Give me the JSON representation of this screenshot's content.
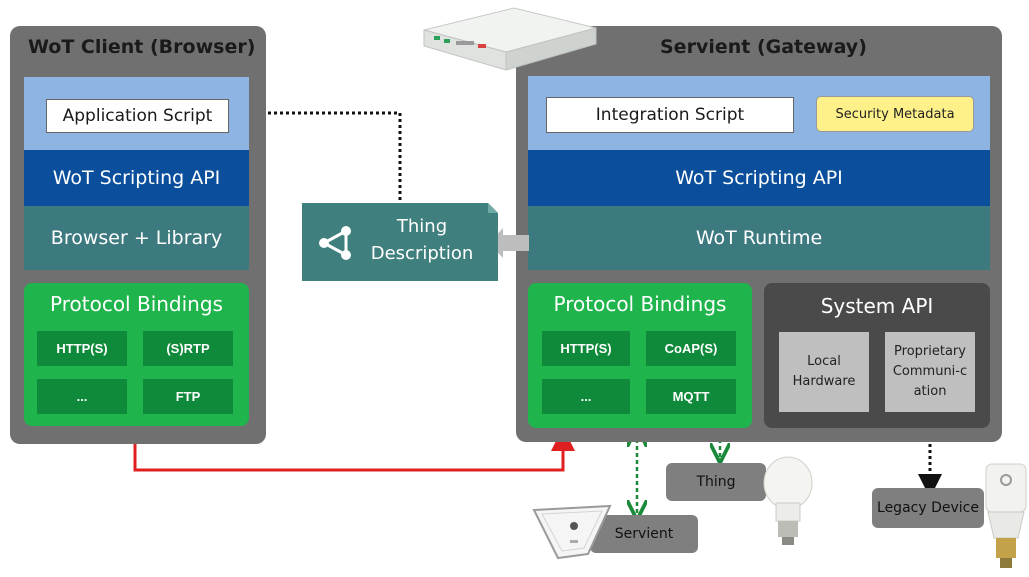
{
  "client": {
    "title": "WoT Client (Browser)",
    "app_script": "Application Script",
    "scripting_api": "WoT Scripting API",
    "library": "Browser + Library",
    "protocol_bindings": {
      "title": "Protocol Bindings",
      "items": [
        "HTTP(S)",
        "(S)RTP",
        "...",
        "FTP"
      ]
    }
  },
  "gateway": {
    "title": "Servient (Gateway)",
    "integration_script": "Integration Script",
    "security_metadata": "Security Metadata",
    "scripting_api": "WoT Scripting API",
    "runtime": "WoT Runtime",
    "protocol_bindings": {
      "title": "Protocol Bindings",
      "items": [
        "HTTP(S)",
        "CoAP(S)",
        "...",
        "MQTT"
      ]
    },
    "system_api": {
      "title": "System API",
      "local_hardware": "Local Hardware",
      "proprietary": "Proprietary Communi-cation"
    }
  },
  "thing_description": {
    "line1": "Thing",
    "line2": "Description"
  },
  "devices": {
    "thing": "Thing",
    "servient": "Servient",
    "legacy": "Legacy Device"
  },
  "colors": {
    "panel": "#707070",
    "blue_layer": "#8eb4e3",
    "api": "#0b4f9c",
    "runtime": "#3d7a80",
    "protocol_green": "#1fb54c",
    "protocol_dark": "#0e8a3a",
    "system_api": "#4a4a4a",
    "security": "#fff18a",
    "red_link": "#e02020"
  },
  "icons": [
    "share-icon",
    "gateway-device-icon",
    "lightbulb-icon",
    "robot-vacuum-icon",
    "smart-bulb-icon"
  ]
}
